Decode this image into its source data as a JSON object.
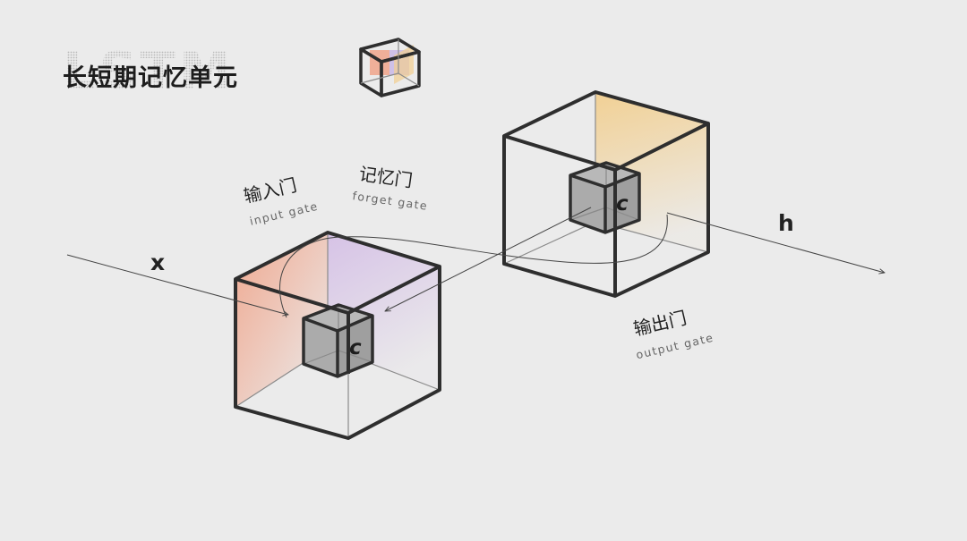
{
  "title": "长短期记忆单元",
  "watermark": "LSTM",
  "gates": {
    "input": {
      "cn": "输入门",
      "en": "input gate"
    },
    "forget": {
      "cn": "记忆门",
      "en": "forget gate"
    },
    "output": {
      "cn": "输出门",
      "en": "output gate"
    }
  },
  "variables": {
    "input": "x",
    "output": "h"
  },
  "cell_state": {
    "left": "c",
    "right": "c"
  },
  "colors": {
    "background": "#ebebeb",
    "edge": "#2e2e2e",
    "input_gate": "#f0a58b",
    "forget_gate": "#d7c4e6",
    "output_gate": "#f2d196",
    "inner_cube": "#a9a9a9"
  }
}
